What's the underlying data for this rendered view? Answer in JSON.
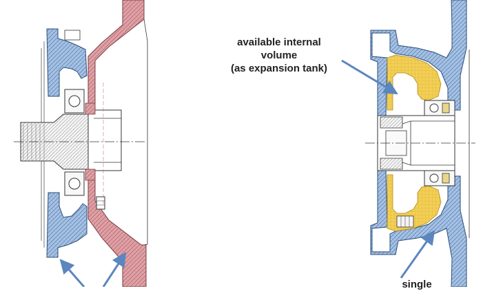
{
  "annotations": {
    "volume_line1": "available internal",
    "volume_line2": "volume",
    "volume_line3": "(as expansion tank)",
    "bottom_right_partial": "single"
  },
  "colors": {
    "housing_blue": "#a9c3e2",
    "housing_blue_hatch": "#5b86bf",
    "cover_red": "#dfa3a8",
    "cover_red_hatch": "#b86a70",
    "internal_volume_yellow": "#f2cf56",
    "arrow_blue": "#5b86bf",
    "line_dark": "#333333",
    "steel_gray": "#e3e3e3"
  }
}
